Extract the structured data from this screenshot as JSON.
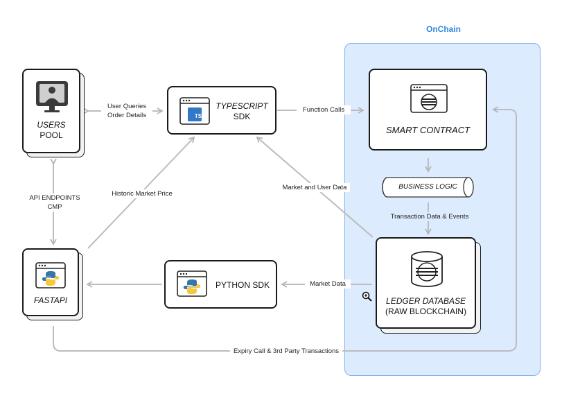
{
  "region": {
    "title": "OnChain"
  },
  "nodes": {
    "users": {
      "line1": "USERS",
      "line2": "POOL"
    },
    "typescript_sdk": {
      "line1": "TYPESCRIPT",
      "line2": "SDK",
      "badge": "TS"
    },
    "smart_contract": {
      "title": "SMART CONTRACT"
    },
    "business_logic": {
      "title": "BUSINESS LOGIC"
    },
    "ledger": {
      "line1": "LEDGER DATABASE",
      "line2": "(RAW BLOCKCHAIN)"
    },
    "fastapi": {
      "title": "FASTAPI"
    },
    "python_sdk": {
      "title": "PYTHON SDK"
    }
  },
  "edges": {
    "user_queries": "User Queries",
    "order_details": "Order Details",
    "function_calls": "Function Calls",
    "api_endpoints": "API ENDPOINTS",
    "cmp": "CMP",
    "historic_market_price": "Historic Market Price",
    "market_and_user_data": "Market and User Data",
    "transaction_data_events": "Transaction Data & Events",
    "market_data": "Market Data",
    "expiry_call": "Expiry Call & 3rd Party Transactions"
  },
  "colors": {
    "region_fill": "#dcebfd",
    "region_border": "#7fb3ec",
    "region_title": "#2f86e6",
    "ts_blue": "#3178c6",
    "python_blue": "#3a74a8",
    "python_yellow": "#f6c93b"
  }
}
